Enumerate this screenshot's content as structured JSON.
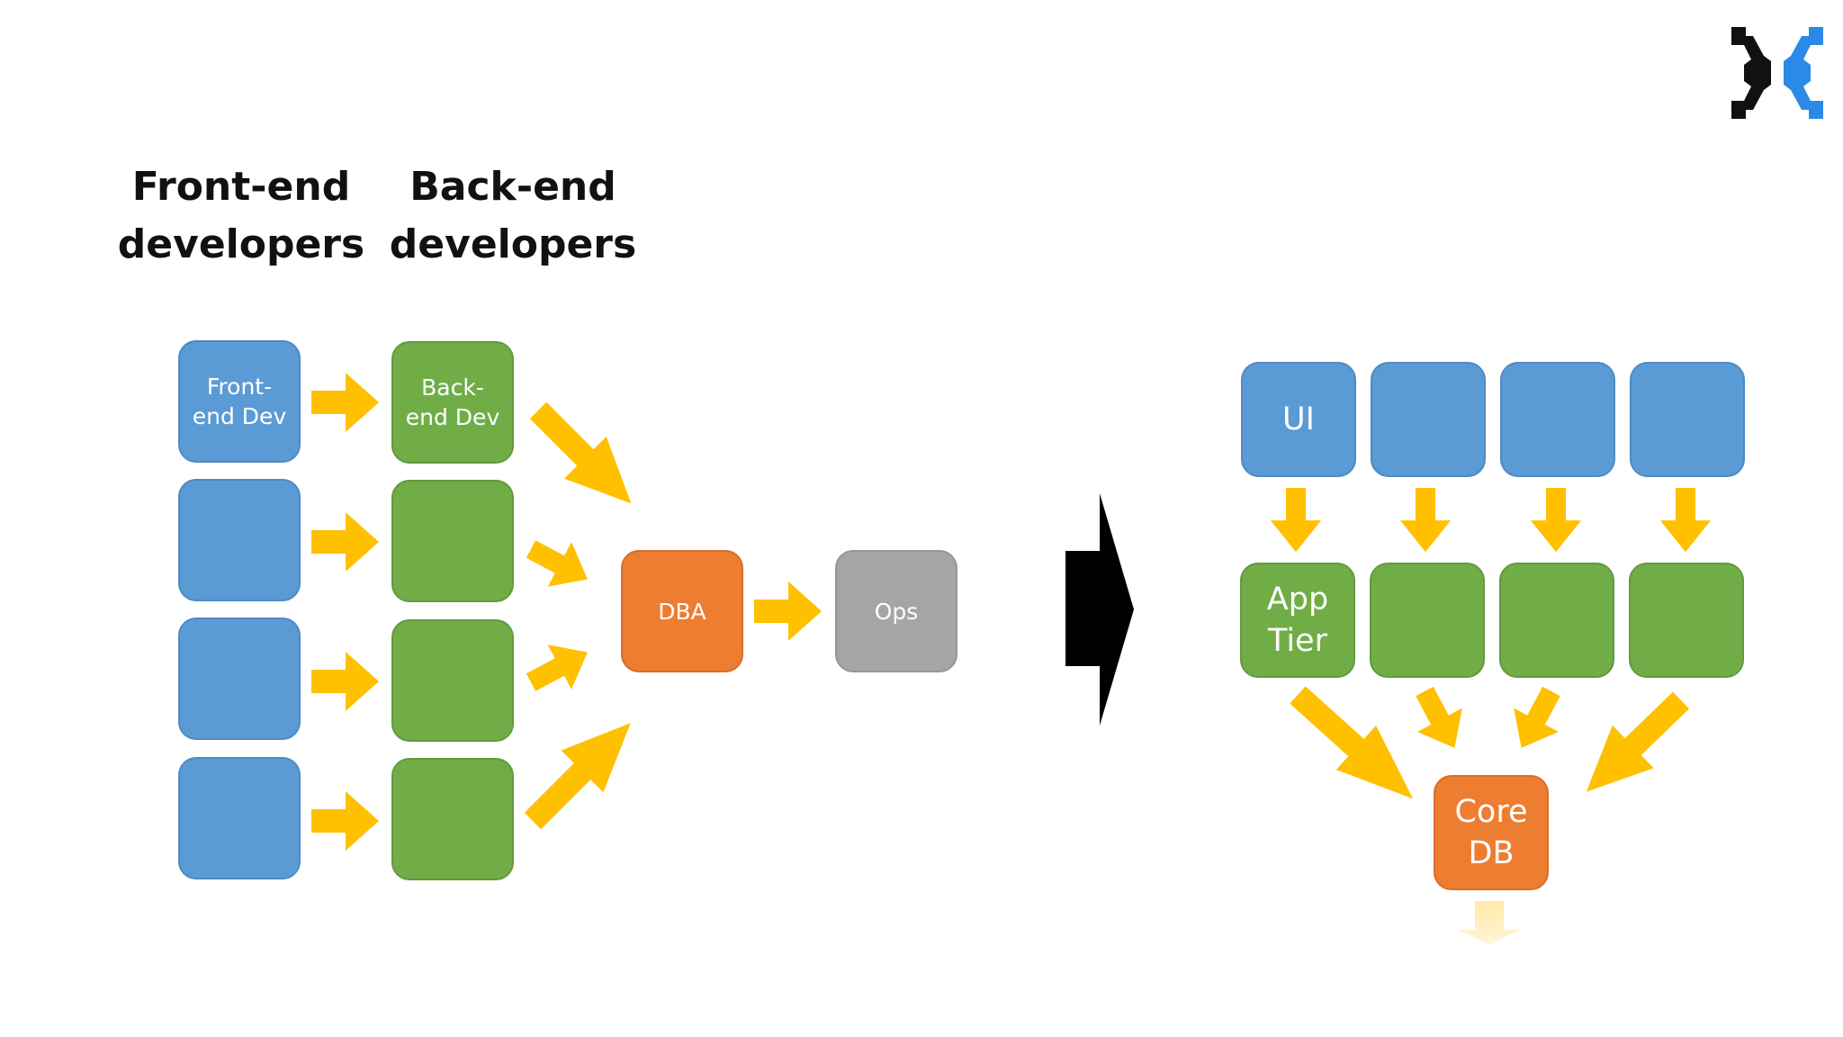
{
  "headings": {
    "frontend": [
      "Front-end",
      "developers"
    ],
    "backend": [
      "Back-end",
      "developers"
    ]
  },
  "before": {
    "frontend_box": [
      "Front-",
      "end  Dev"
    ],
    "backend_box": [
      "Back-",
      "end Dev"
    ],
    "dba_box": "DBA",
    "ops_box": "Ops"
  },
  "after": {
    "ui_box": "UI",
    "app_tier_box": [
      "App",
      "Tier"
    ],
    "core_db_box": [
      "Core",
      "DB"
    ]
  },
  "colors": {
    "frontend": "#5b9bd5",
    "backend": "#70ad47",
    "database": "#ed7d31",
    "operations": "#a5a5a5",
    "arrow": "#ffc000",
    "transition_arrow": "#000000",
    "logo_dark": "#111111",
    "logo_accent": "#2b8ae8"
  },
  "icons": {
    "logo": "gear-logo-icon",
    "transition": "right-chevron-arrow-icon"
  }
}
